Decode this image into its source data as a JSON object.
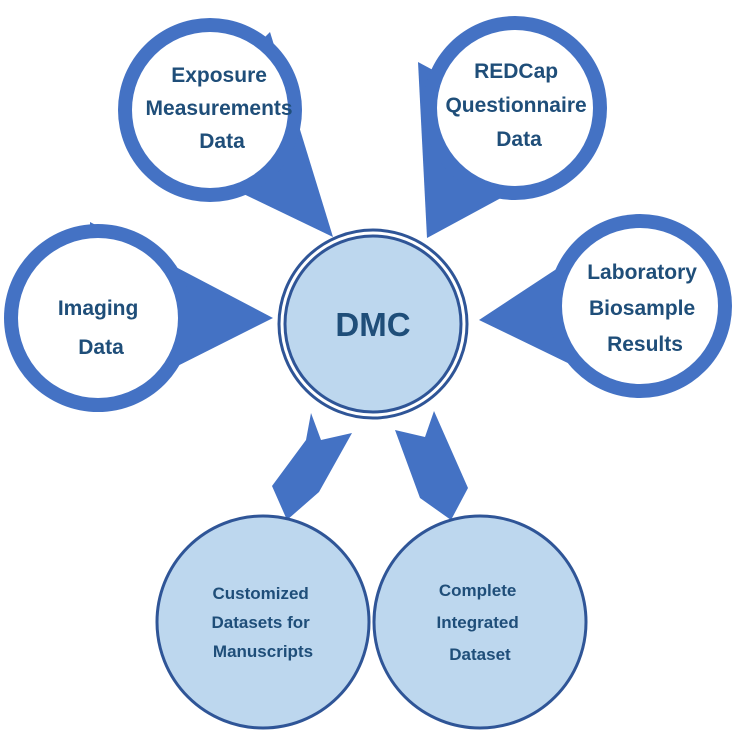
{
  "colors": {
    "pin_fill": "#4472c4",
    "bubble_fill": "#ffffff",
    "center_fill": "#bdd7ee",
    "center_border": "#2f5597",
    "output_fill": "#bdd7ee",
    "output_border": "#2f5597",
    "arrow_fill": "#4472c4",
    "text": "#1f4e79"
  },
  "center": {
    "label": "DMC"
  },
  "inputs": [
    {
      "id": "exposure",
      "lines": [
        "Exposure",
        "Measurements",
        "Data"
      ]
    },
    {
      "id": "redcap",
      "lines": [
        "REDCap",
        "Questionnaire",
        "Data"
      ]
    },
    {
      "id": "imaging",
      "lines": [
        "Imaging",
        "Data"
      ]
    },
    {
      "id": "laboratory",
      "lines": [
        "Laboratory",
        "Biosample",
        "Results"
      ]
    }
  ],
  "outputs": [
    {
      "id": "customized",
      "lines": [
        "Customized",
        "Datasets for",
        "Manuscripts"
      ]
    },
    {
      "id": "complete",
      "lines": [
        "Complete",
        "Integrated",
        "Dataset"
      ]
    }
  ]
}
